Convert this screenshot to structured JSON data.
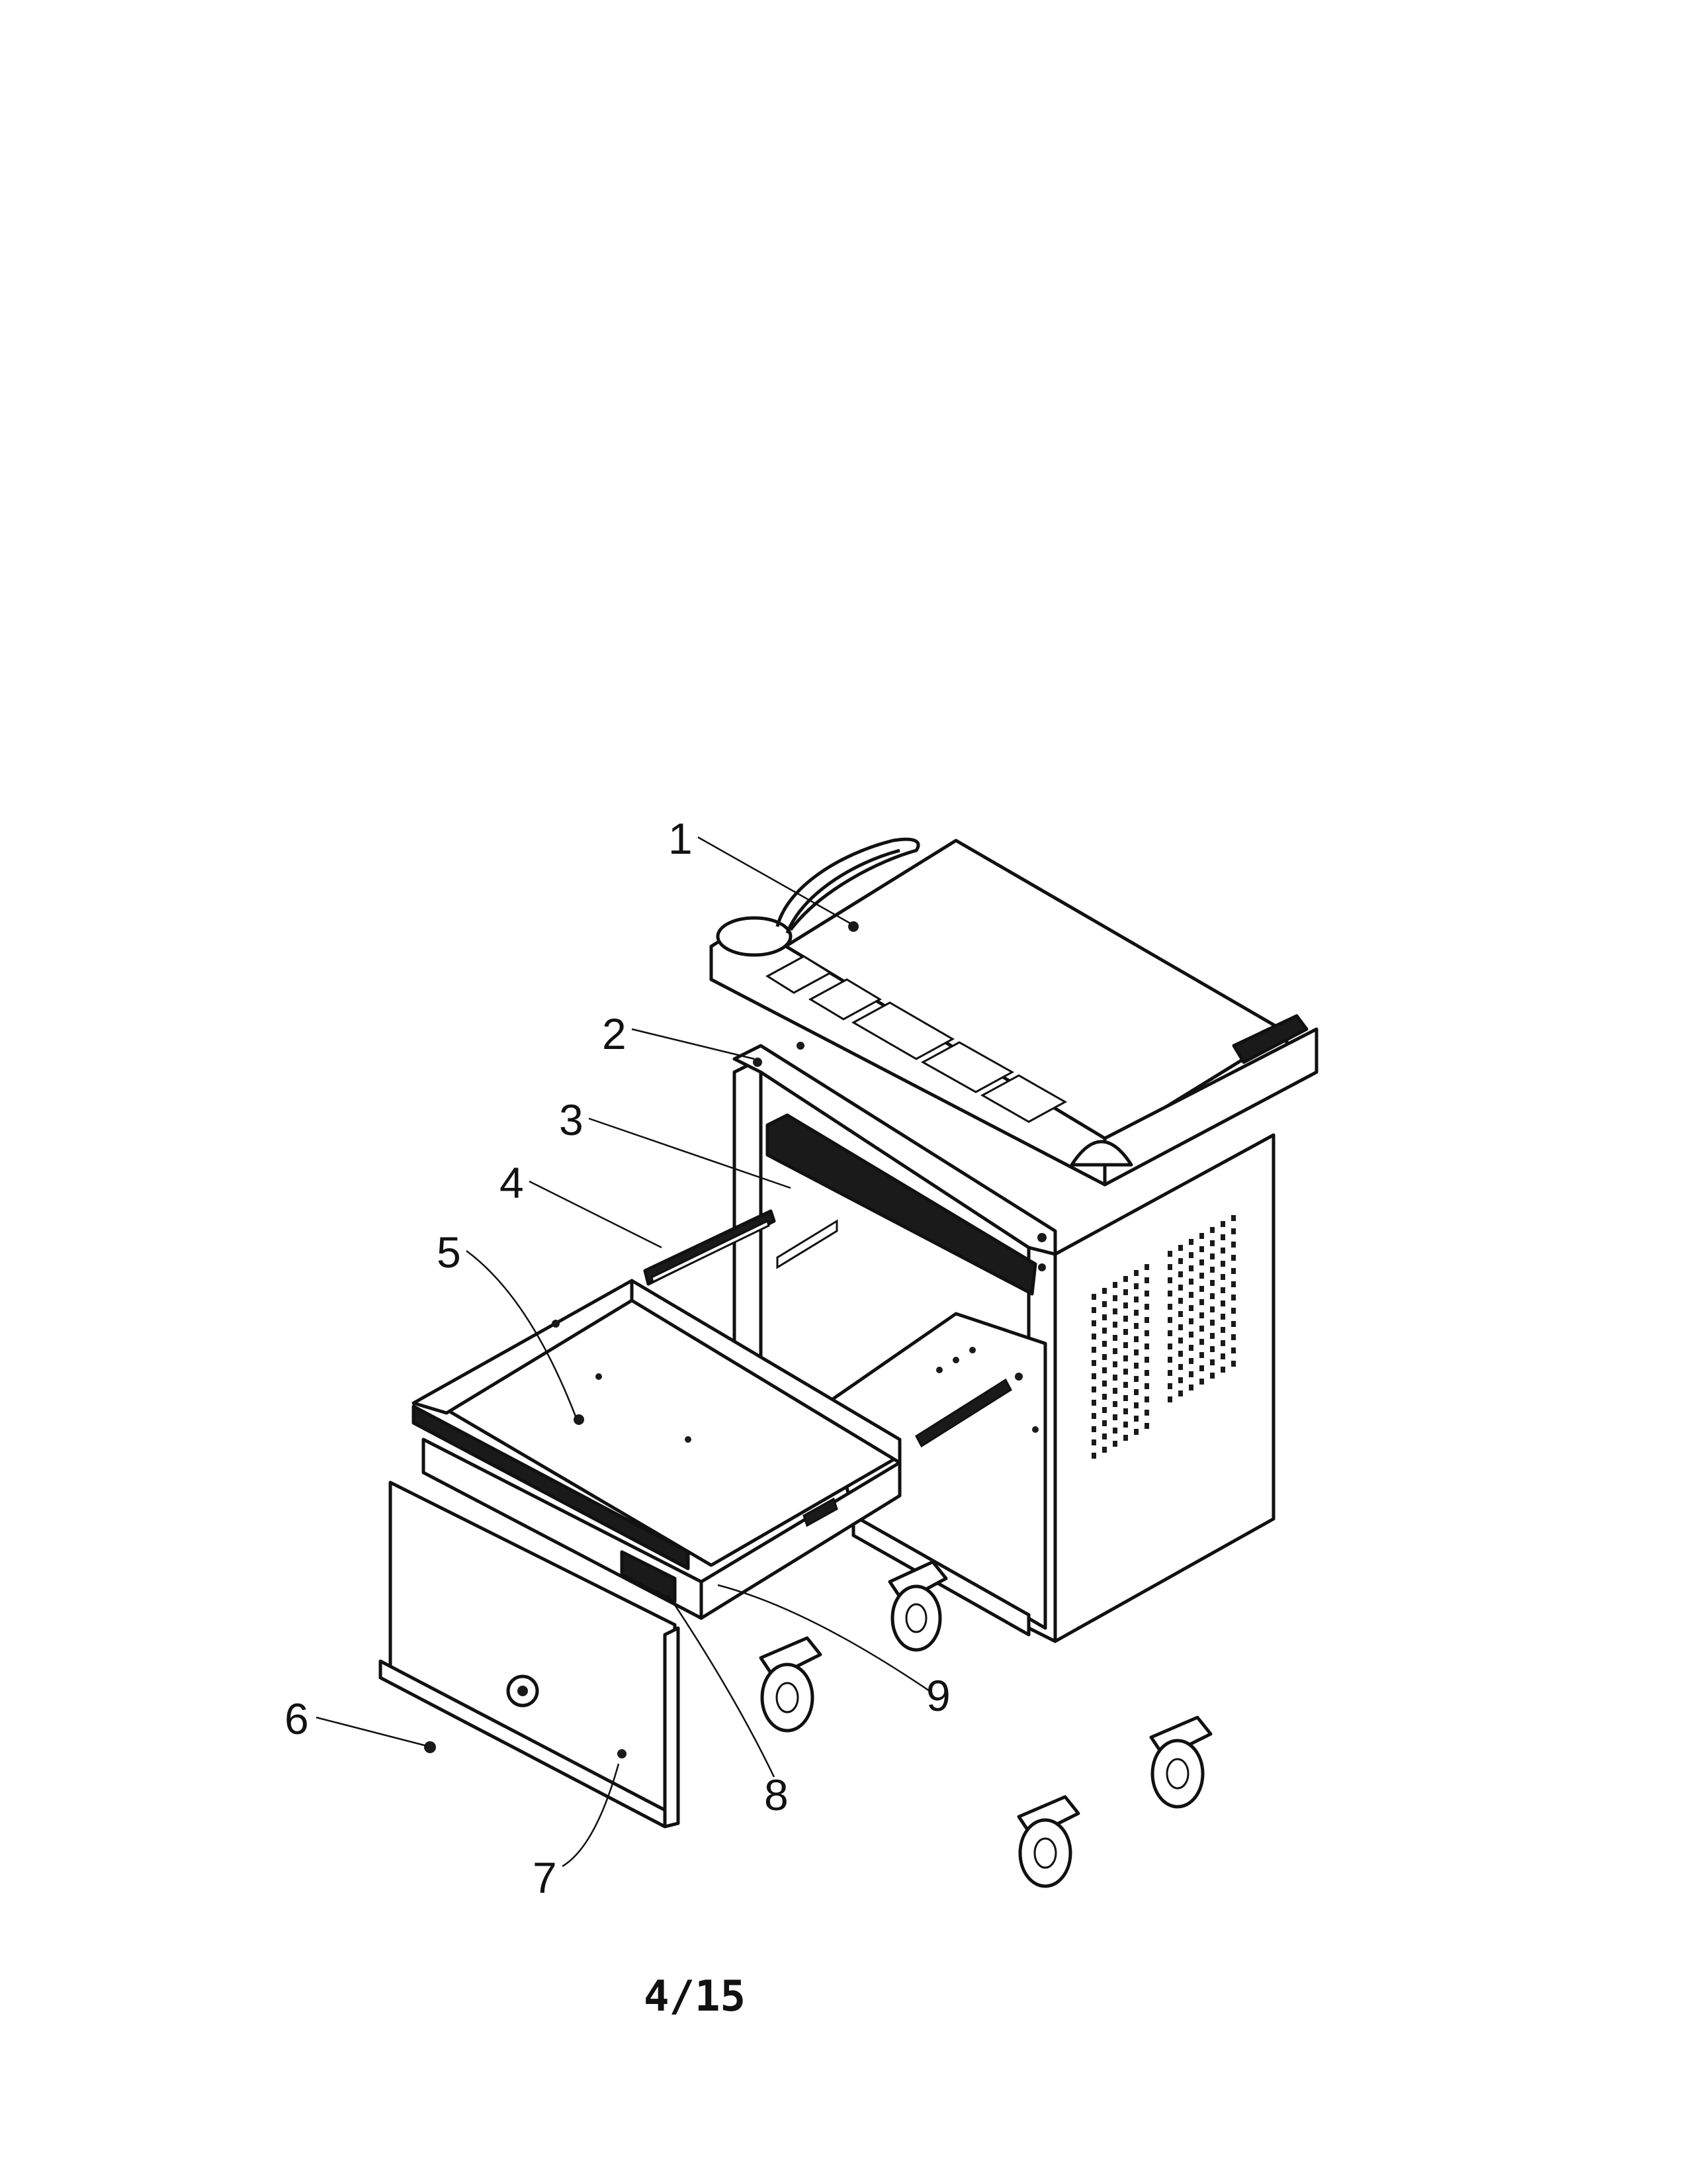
{
  "callouts": [
    "1",
    "2",
    "3",
    "4",
    "5",
    "6",
    "7",
    "8",
    "9"
  ],
  "page_number": "4/15"
}
